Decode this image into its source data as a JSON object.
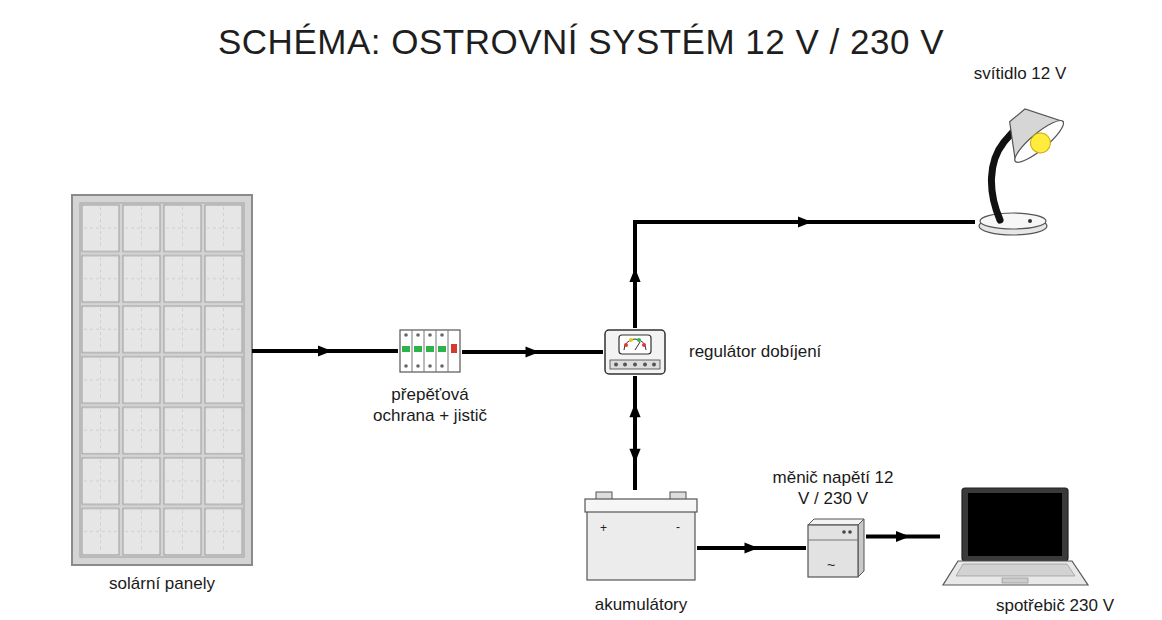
{
  "diagram": {
    "title": "SCHÉMA: OSTROVNÍ SYSTÉM 12 V / 230 V",
    "nodes": [
      {
        "text": [
          "solární panely"
        ]
      },
      {
        "text": [
          "přepěťová ochrana + jistič"
        ]
      },
      {
        "text": [
          "regulátor dobíjení"
        ]
      },
      {
        "text": [
          "svítidlo 12 V"
        ]
      },
      {
        "text": [
          "akumulátory"
        ]
      },
      {
        "text": [
          "měnič napětí 12 V / 230 V"
        ]
      },
      {
        "text": [
          "spotřebič 230 V"
        ]
      }
    ],
    "edges": [
      {
        "from": 0,
        "to": 1,
        "arrow": "to"
      },
      {
        "from": 1,
        "to": 2,
        "arrow": "to"
      },
      {
        "from": 2,
        "to": 3,
        "arrow": "to"
      },
      {
        "from": 2,
        "to": 4,
        "arrow": "both"
      },
      {
        "from": 4,
        "to": 5,
        "arrow": "to"
      },
      {
        "from": 5,
        "to": 6,
        "arrow": "to"
      }
    ],
    "labels": [
      "+",
      "-",
      "~"
    ]
  }
}
